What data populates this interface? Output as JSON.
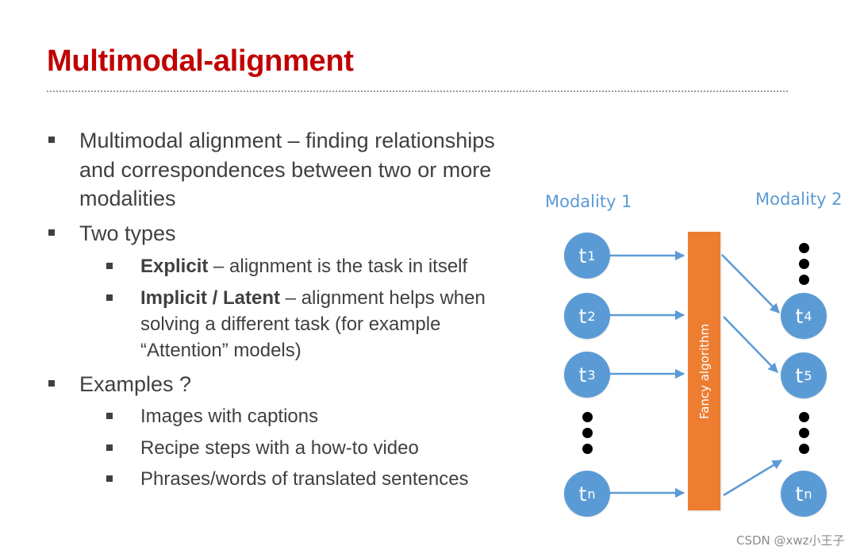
{
  "slide": {
    "title": "Multimodal-alignment",
    "title_color": "#c00000"
  },
  "bullets": {
    "b1": {
      "line1": "Multimodal alignment – finding relationships",
      "line2": "and correspondences between two or more",
      "line3": "modalities"
    },
    "b2": {
      "text": "Two types",
      "sub1": {
        "bold": "Explicit",
        "rest": " – alignment is the task in itself"
      },
      "sub2": {
        "bold": "Implicit / Latent",
        "rest": " – alignment helps when",
        "line2": "solving a different task (for example",
        "line3": "“Attention” models)"
      }
    },
    "b3": {
      "text": "Examples ?",
      "items": [
        "Images with captions",
        "Recipe steps with a how-to video",
        "Phrases/words of translated sentences"
      ]
    }
  },
  "diagram": {
    "modality1_label": "Modality 1",
    "modality2_label": "Modality 2",
    "algorithm_label": "Fancy algorithm",
    "left_nodes": [
      {
        "base": "t",
        "sub": "1"
      },
      {
        "base": "t",
        "sub": "2"
      },
      {
        "base": "t",
        "sub": "3"
      },
      {
        "base": "t",
        "sub": "n"
      }
    ],
    "right_nodes": [
      {
        "base": "t",
        "sub": "4"
      },
      {
        "base": "t",
        "sub": "5"
      },
      {
        "base": "t",
        "sub": "n"
      }
    ],
    "colors": {
      "node": "#5b9bd5",
      "algorithm_bar": "#ed7d31",
      "arrow": "#5b9bd5"
    }
  },
  "watermark": "CSDN @xwz小王子"
}
